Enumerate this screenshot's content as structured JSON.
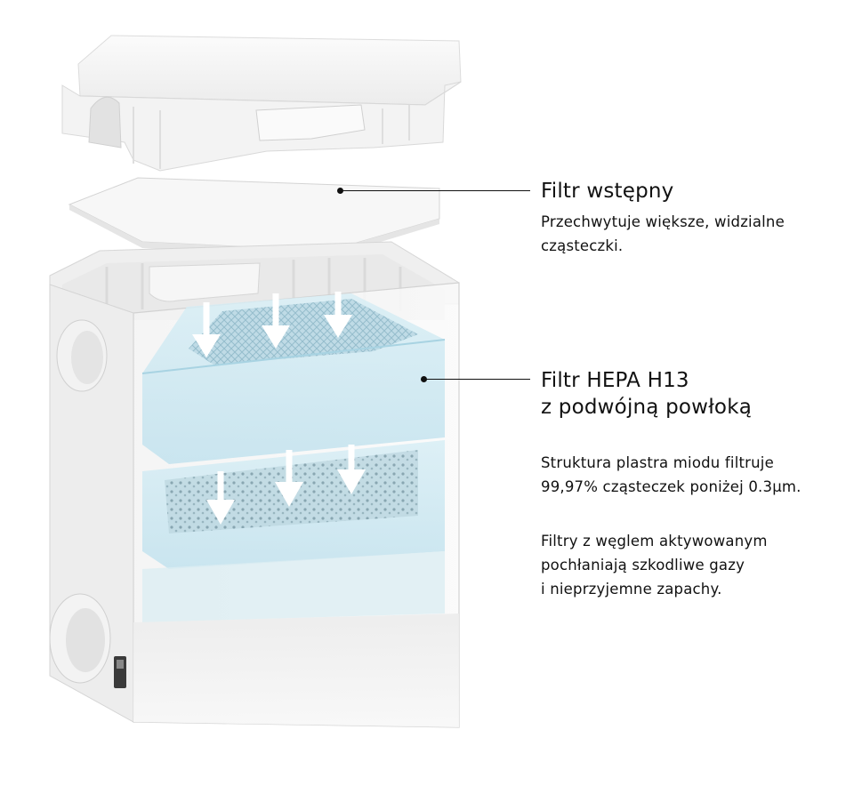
{
  "pre_filter": {
    "title": "Filtr wstępny",
    "desc_lines": [
      "Przechwytuje większe, widzialne",
      "cząsteczki."
    ]
  },
  "hepa_filter": {
    "title_lines": [
      "Filtr HEPA H13",
      "z podwójną powłoką"
    ],
    "desc1_lines": [
      "Struktura plastra miodu filtruje",
      "99,97% cząsteczek poniżej 0.3µm."
    ],
    "desc2_lines": [
      "Filtry z węglem aktywowanym",
      "pochłaniają szkodliwe gazy",
      "i nieprzyjemne zapachy."
    ]
  },
  "colors": {
    "housing": "#f4f4f4",
    "housing_shade": "#e6e6e6",
    "filter_blue": "#cfe8f1",
    "filter_blue_dark": "#a8d3e2",
    "arrow": "#ffffff",
    "text": "#111111"
  }
}
